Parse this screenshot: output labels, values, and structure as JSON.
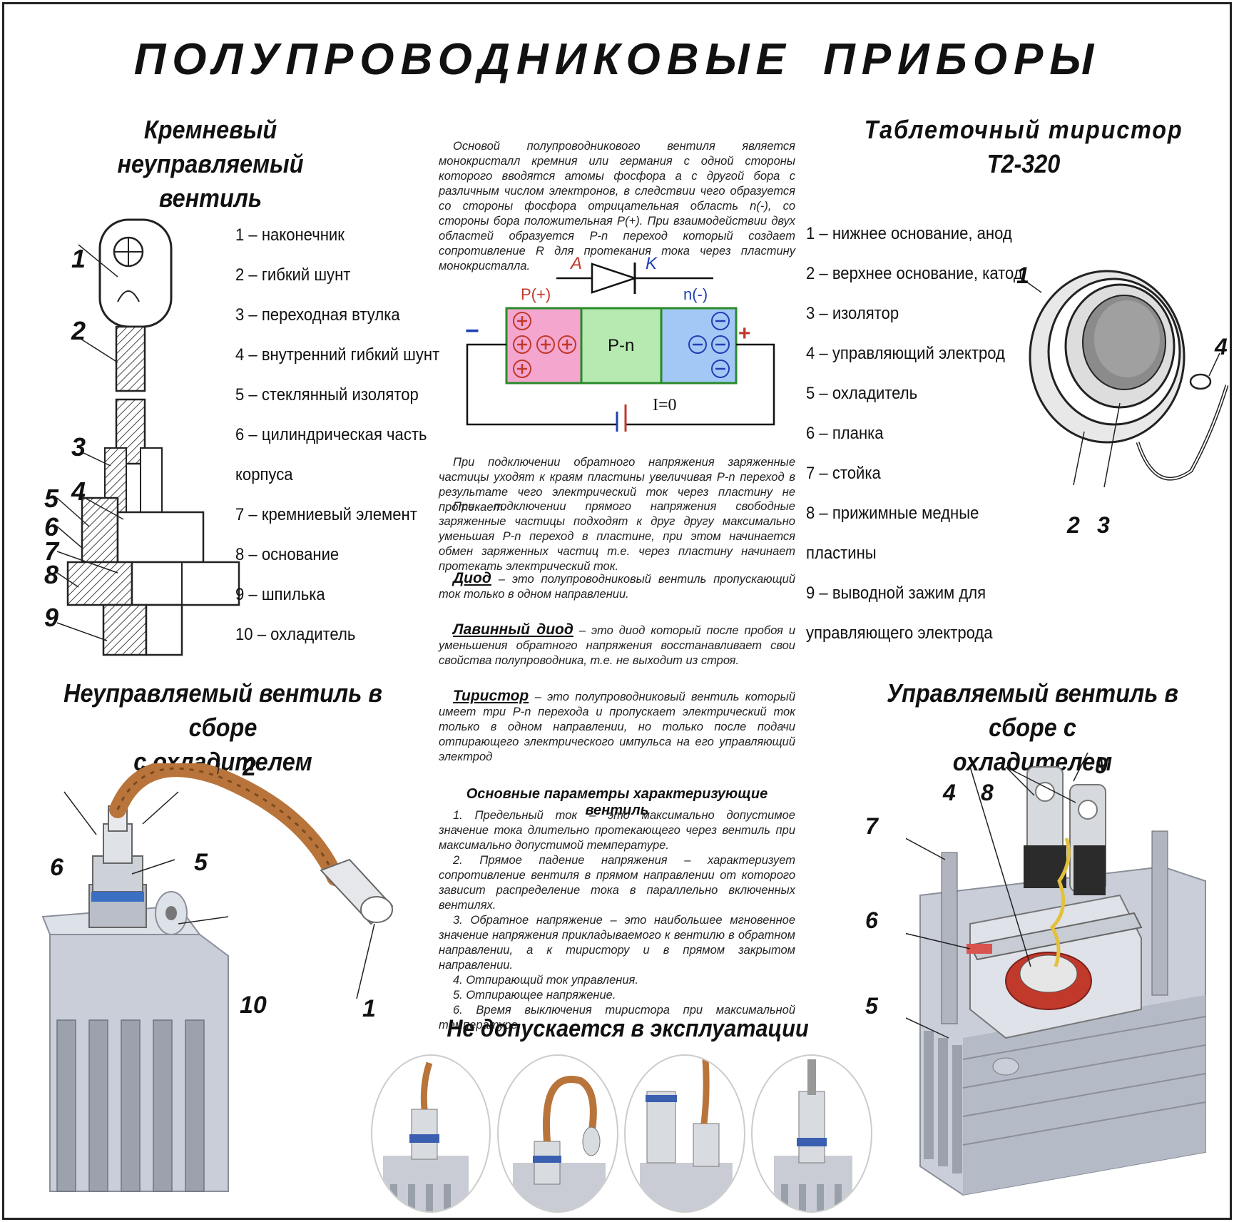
{
  "title": "ПОЛУПРОВОДНИКОВЫЕ ПРИБОРЫ",
  "left_top": {
    "title_line1": "Кремневый неуправляемый",
    "title_line2": "вентиль",
    "callouts": [
      "1",
      "2",
      "3",
      "4",
      "5",
      "6",
      "7",
      "8",
      "9"
    ],
    "legend": [
      "1 – наконечник",
      "2 – гибкий шунт",
      "3 – переходная втулка",
      "4 – внутренний гибкий шунт",
      "5 – стеклянный изолятор",
      "6 – цилиндрическая часть",
      "корпуса",
      "7 – кремниевый элемент",
      "8 – основание",
      "9 – шпилька",
      "10 – охладитель"
    ]
  },
  "right_top": {
    "title_line1": "Таблеточный тиристор",
    "title_line2": "Т2-320",
    "callouts": [
      "1",
      "2",
      "3",
      "4"
    ],
    "legend": [
      "1 – нижнее основание, анод",
      "2 – верхнее основание, катод",
      "3 – изолятор",
      "4 – управляющий электрод",
      "5 – охладитель",
      "6 – планка",
      "7 – стойка",
      "8 – прижимные медные",
      "пластины",
      "9 – выводной зажим для",
      "управляющего электрода"
    ]
  },
  "center": {
    "intro": "Основой полупроводникового вентиля является монокристалл кремния или германия с одной стороны которого вводятся атомы фосфора а с другой бора с различным числом электронов, в следствии чего образуется со стороны фосфора отрицательная область n(-), со стороны бора положительная P(+). При взаимодействии двух областей образуется P-n переход который создает сопротивление R для протекания тока через пластину монокристалла.",
    "diagram": {
      "anode": "A",
      "cathode": "K",
      "p_label": "P(+)",
      "n_label": "n(-)",
      "junction": "P-n",
      "minus": "−",
      "plus": "+",
      "current": "I=0"
    },
    "reverse_text": "При подключении обратного напряжения заряженные частицы уходят к краям пластины увеличивая P-n переход в результате чего электрический ток через пластину не протекает.",
    "forward_text": "При подключении прямого напряжения свободные заряженные частицы подходят к друг другу максимально уменьшая P-n переход в пластине, при этом начинается обмен заряженных частиц т.е. через пластину начинает протекать электрический ток.",
    "diode_term": "Диод",
    "diode_def": " – это полупроводниковый вентиль пропускающий ток только в одном направлении.",
    "avalanche_term": "Лавинный диод",
    "avalanche_def": " – это диод который после пробоя и уменьшения обратного напряжения восстанавливает свои свойства полупроводника, т.е. не выходит из строя.",
    "thyristor_term": "Тиристор",
    "thyristor_def": " – это полупроводниковый вентиль который имеет три P-n перехода и пропускает электрический ток только в одном направлении, но только после подачи отпирающего электрического импульса на его управляющий электрод",
    "params_title": "Основные параметры характеризующие вентиль",
    "params": [
      "1. Предельный ток – это максимально допустимое значение тока длительно протекающего через вентиль при максимально допустимой температуре.",
      "2. Прямое падение напряжения – характеризует сопротивление вентиля в прямом направлении от которого зависит распределение тока в параллельно включенных вентилях.",
      "3. Обратное напряжение – это наибольшее мгновенное значение напряжения прикладываемого к вентилю в обратном направлении, а к тиристору и в прямом закрытом направлении.",
      "4. Отпирающий ток управления.",
      "5. Отпирающее напряжение.",
      "6. Время выключения тиристора при максимальной температуре."
    ],
    "not_allowed": "Не допускается в эксплуатации"
  },
  "left_bottom": {
    "title_line1": "Неуправляемый вентиль в сборе",
    "title_line2": "с охладителем",
    "callouts": [
      "2",
      "6",
      "5",
      "10",
      "1"
    ]
  },
  "right_bottom": {
    "title_line1": "Управляемый вентиль в сборе с",
    "title_line2": "охладителем",
    "callouts": [
      "9",
      "4",
      "8",
      "7",
      "6",
      "5"
    ]
  },
  "colors": {
    "p_region": "#f4a6cf",
    "junction_region": "#b6eab0",
    "n_region": "#a3c8f5",
    "wire_copper": "#b8743a",
    "region_border": "#2a8a2a"
  }
}
